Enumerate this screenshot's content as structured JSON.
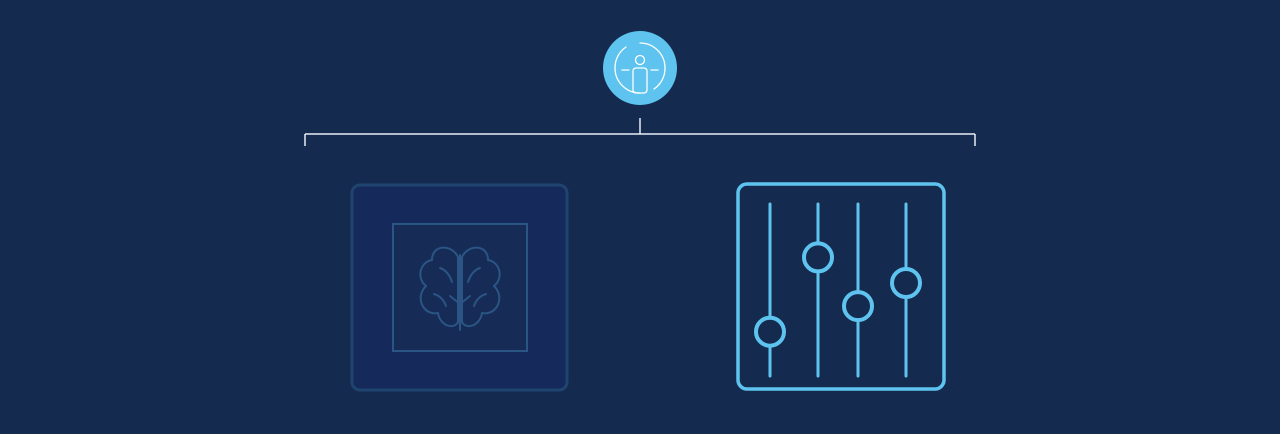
{
  "colors": {
    "background": "#142a4e",
    "connector": "#e6ecf5",
    "accent": "#5ec4ef",
    "muted_frame": "#1f4470",
    "muted_inner_bg": "#162b55",
    "muted_stroke": "#2a5585",
    "root_icon_stroke": "#ffffff"
  },
  "root": {
    "icon": "person-in-circle-icon",
    "label": ""
  },
  "children": [
    {
      "icon": "brain-icon",
      "state": "inactive",
      "label": ""
    },
    {
      "icon": "sliders-icon",
      "state": "active",
      "label": "",
      "slider_levels": [
        0.19,
        0.77,
        0.39,
        0.57
      ]
    }
  ]
}
